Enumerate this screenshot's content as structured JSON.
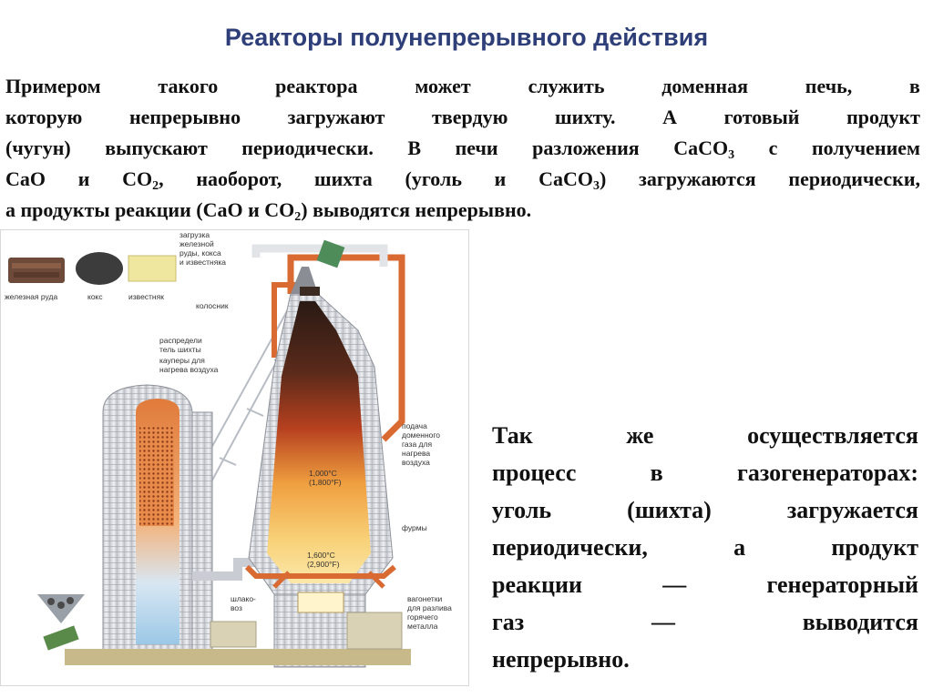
{
  "title": "Реакторы полунепрерывного действия",
  "intro": {
    "line1_words": [
      "Примером",
      "такого",
      "реактора",
      "может",
      "служить",
      "доменная",
      "печь,",
      "в"
    ],
    "line2": "которую непрерывно загружают твердую шихту. А готовый продукт",
    "line3_a": "(чугун) выпускают периодически. В печи разложения CaCO",
    "line3_sub": "3",
    "line3_b": " с получением",
    "line4_a": "CaO и CO",
    "line4_sub1": "2",
    "line4_b": ", наоборот, шихта (уголь и CaCO",
    "line4_sub2": "3",
    "line4_c": ") загружаются периодически,",
    "line5_a": "а продукты реакции (CaO и CO",
    "line5_sub": "2",
    "line5_b": ") выводятся непрерывно."
  },
  "side_text": {
    "line1": [
      "Так",
      "же",
      "осуществляется"
    ],
    "line2": [
      "процесс",
      "в",
      "газогенераторах:"
    ],
    "line3": [
      "уголь",
      "(шихта)",
      "загружается"
    ],
    "line4": [
      "периодически,",
      "а",
      "продукт"
    ],
    "line5": [
      "реакции",
      "—",
      "генераторный"
    ],
    "line6": [
      "газ",
      "—",
      "выводится"
    ],
    "line7": "непрерывно."
  },
  "figure": {
    "materials": [
      "железная руда",
      "кокс",
      "известняк"
    ],
    "labels": {
      "load1": "загрузка",
      "load2": "железной",
      "load3": "руды, кокса",
      "load4": "и известняка",
      "grate": "колосник",
      "dist1": "распредели",
      "dist2": "тель шихты",
      "stove1": "кауперы для",
      "stove2": "нагрева воздуха",
      "gas1": "подача",
      "gas2": "доменного",
      "gas3": "газа для",
      "gas4": "нагрева",
      "gas5": "воздуха",
      "tuyeres": "фурмы",
      "t1a": "1,000°C",
      "t1b": "(1,800°F)",
      "t2a": "1,600°C",
      "t2b": "(2,900°F)",
      "slag1": "шлако-",
      "slag2": "воз",
      "wag1": "вагонетки",
      "wag2": "для разлива",
      "wag3": "горячего",
      "wag4": "металла"
    }
  }
}
